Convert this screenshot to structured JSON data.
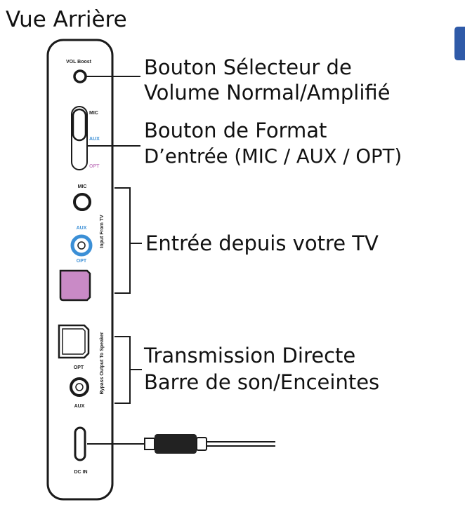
{
  "title": "Vue Arrière",
  "callouts": {
    "vol_line1": "Bouton Sélecteur de",
    "vol_line2": "Volume Normal/Amplifié",
    "format_line1": "Bouton de Format",
    "format_line2": "D’entrée (MIC / AUX / OPT)",
    "input_label": "Entrée depuis votre TV",
    "bypass_line1": "Transmission Directe",
    "bypass_line2": "Barre de son/Enceintes"
  },
  "panel_labels": {
    "vol_boost": "VOL Boost",
    "switch_mic": "MIC",
    "switch_aux": "AUX",
    "switch_opt": "OPT",
    "jack_mic": "MIC",
    "jack_aux": "AUX",
    "jack_opt": "OPT",
    "input_vertical": "Input From TV",
    "out_opt": "OPT",
    "out_aux": "AUX",
    "bypass_vertical": "Bypass Output To Speaker",
    "dc_in": "DC IN"
  },
  "colors": {
    "aux_blue": "#3b8fd6",
    "opt_pink": "#c98ac6",
    "outline": "#1a1a1a",
    "corner_badge": "#2f5aa8"
  },
  "icons": {
    "cable": "usb-c-cable-icon"
  }
}
